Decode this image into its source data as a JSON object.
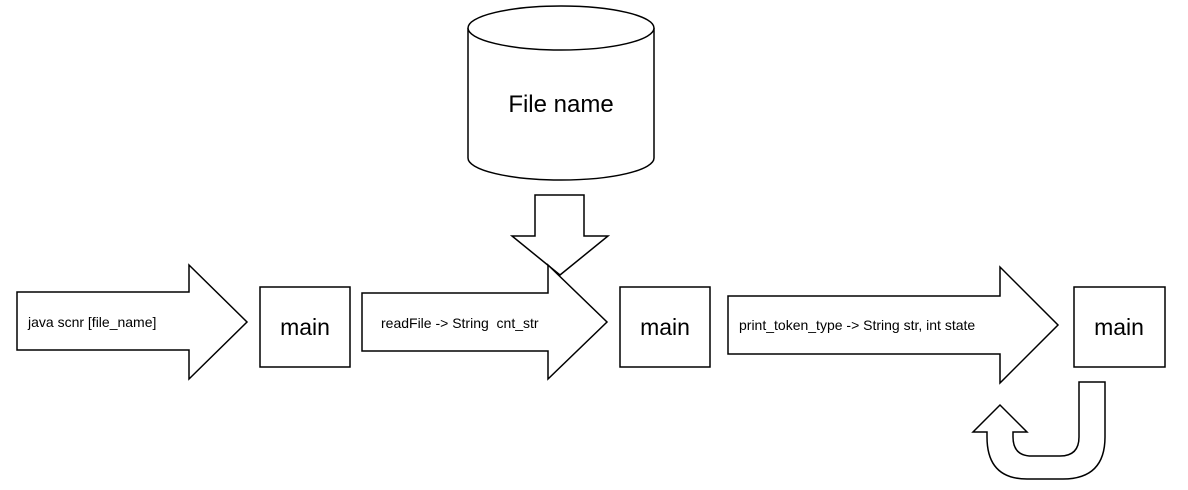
{
  "nodes": {
    "file_store": {
      "label": "File name"
    },
    "main_1": {
      "label": "main"
    },
    "main_2": {
      "label": "main"
    },
    "main_3": {
      "label": "main"
    }
  },
  "arrows": {
    "invoke": {
      "label": "java scnr [file_name]"
    },
    "read_file": {
      "label": "readFile -> String  cnt_str"
    },
    "print_token": {
      "label": "print_token_type -> String str, int state"
    }
  },
  "colors": {
    "stroke": "#000000",
    "fill": "#ffffff",
    "background": "#ffffff"
  }
}
